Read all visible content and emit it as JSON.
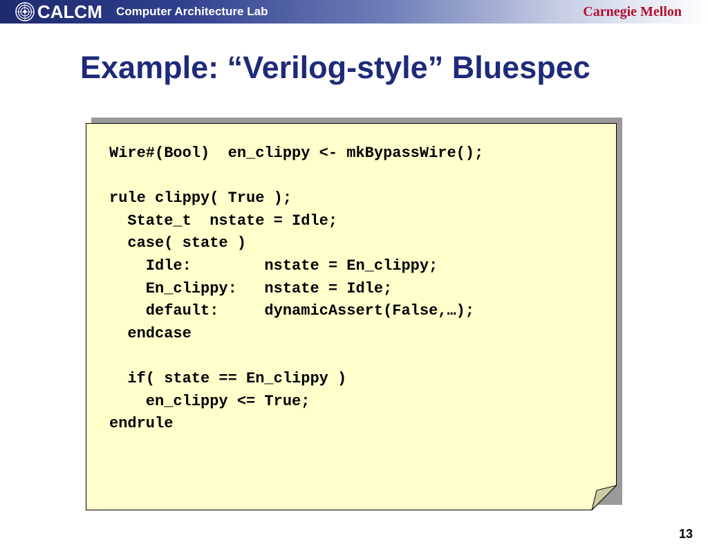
{
  "header": {
    "logo": "CALCM",
    "lab": "Computer Architecture Lab",
    "university": "Carnegie Mellon"
  },
  "slide": {
    "title": "Example:  “Verilog-style” Bluespec",
    "page_number": "13"
  },
  "code_lines": [
    "Wire#(Bool)  en_clippy <- mkBypassWire();",
    "",
    "rule clippy( True );",
    "  State_t  nstate = Idle;",
    "  case( state )",
    "    Idle:        nstate = En_clippy;",
    "    En_clippy:   nstate = Idle;",
    "    default:     dynamicAssert(False,…);",
    "  endcase",
    "",
    "  if( state == En_clippy )",
    "    en_clippy <= True;",
    "endrule"
  ],
  "colors": {
    "title": "#1f2a7a",
    "note_fill": "#ffffcc",
    "university": "#b0102f"
  }
}
